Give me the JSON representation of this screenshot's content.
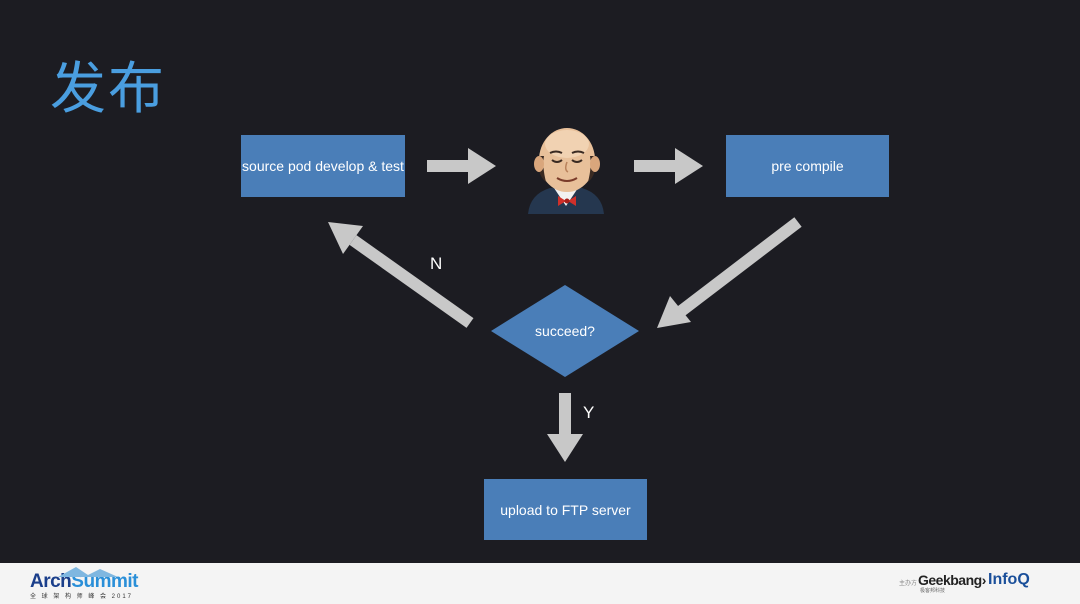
{
  "title": "发布",
  "nodes": {
    "develop": "source pod develop & test",
    "compile": "pre compile",
    "decision": "succeed?",
    "upload": "upload to FTP server"
  },
  "edges": {
    "no_label": "N",
    "yes_label": "Y"
  },
  "icons": {
    "ci_server": "jenkins-butler-icon"
  },
  "colors": {
    "background": "#1c1c22",
    "title": "#4a9ee0",
    "node_fill": "#4a7eb8",
    "arrow": "#c8c8c8"
  },
  "footer": {
    "logo_name_a": "Arch",
    "logo_name_b": "Summit",
    "logo_sub": "全 球 架 构 师 峰 会 2017",
    "organizer": "主办方",
    "geek": "Geekbang›",
    "geek_sub": "极客邦科技",
    "infoq": "InfoQ"
  }
}
